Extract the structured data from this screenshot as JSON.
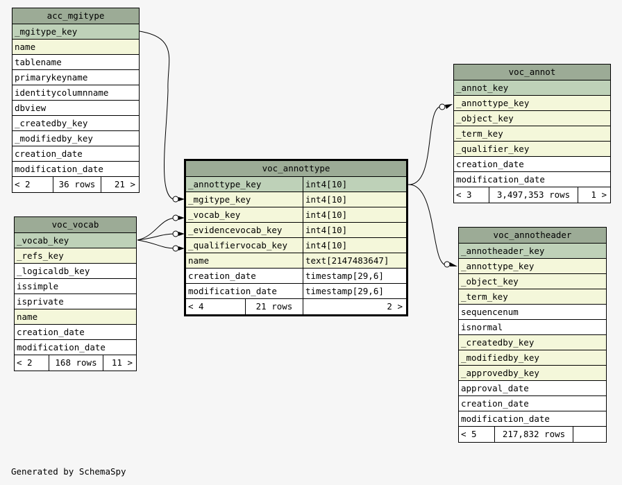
{
  "footer_text": "Generated by SchemaSpy",
  "tables": {
    "acc_mgitype": {
      "name": "acc_mgitype",
      "columns": [
        {
          "name": "_mgitype_key",
          "kind": "pk"
        },
        {
          "name": "name",
          "kind": "fk"
        },
        {
          "name": "tablename",
          "kind": "plain"
        },
        {
          "name": "primarykeyname",
          "kind": "plain"
        },
        {
          "name": "identitycolumnname",
          "kind": "plain"
        },
        {
          "name": "dbview",
          "kind": "plain"
        },
        {
          "name": "_createdby_key",
          "kind": "plain"
        },
        {
          "name": "_modifiedby_key",
          "kind": "plain"
        },
        {
          "name": "creation_date",
          "kind": "plain"
        },
        {
          "name": "modification_date",
          "kind": "plain"
        }
      ],
      "footer": {
        "parents": "< 2",
        "rows": "36 rows",
        "children": "21 >"
      }
    },
    "voc_vocab": {
      "name": "voc_vocab",
      "columns": [
        {
          "name": "_vocab_key",
          "kind": "pk"
        },
        {
          "name": "_refs_key",
          "kind": "fk"
        },
        {
          "name": "_logicaldb_key",
          "kind": "plain"
        },
        {
          "name": "issimple",
          "kind": "plain"
        },
        {
          "name": "isprivate",
          "kind": "plain"
        },
        {
          "name": "name",
          "kind": "fk"
        },
        {
          "name": "creation_date",
          "kind": "plain"
        },
        {
          "name": "modification_date",
          "kind": "plain"
        }
      ],
      "footer": {
        "parents": "< 2",
        "rows": "168 rows",
        "children": "11 >"
      }
    },
    "voc_annottype": {
      "name": "voc_annottype",
      "columns": [
        {
          "name": "_annottype_key",
          "type": "int4[10]",
          "kind": "pk"
        },
        {
          "name": "_mgitype_key",
          "type": "int4[10]",
          "kind": "fk"
        },
        {
          "name": "_vocab_key",
          "type": "int4[10]",
          "kind": "fk"
        },
        {
          "name": "_evidencevocab_key",
          "type": "int4[10]",
          "kind": "fk"
        },
        {
          "name": "_qualifiervocab_key",
          "type": "int4[10]",
          "kind": "fk"
        },
        {
          "name": "name",
          "type": "text[2147483647]",
          "kind": "fk"
        },
        {
          "name": "creation_date",
          "type": "timestamp[29,6]",
          "kind": "plain"
        },
        {
          "name": "modification_date",
          "type": "timestamp[29,6]",
          "kind": "plain"
        }
      ],
      "footer": {
        "parents": "< 4",
        "rows": "21 rows",
        "children": "2 >"
      }
    },
    "voc_annot": {
      "name": "voc_annot",
      "columns": [
        {
          "name": "_annot_key",
          "kind": "pk"
        },
        {
          "name": "_annottype_key",
          "kind": "fk"
        },
        {
          "name": "_object_key",
          "kind": "fk"
        },
        {
          "name": "_term_key",
          "kind": "fk"
        },
        {
          "name": "_qualifier_key",
          "kind": "fk"
        },
        {
          "name": "creation_date",
          "kind": "plain"
        },
        {
          "name": "modification_date",
          "kind": "plain"
        }
      ],
      "footer": {
        "parents": "< 3",
        "rows": "3,497,353 rows",
        "children": "1 >"
      }
    },
    "voc_annotheader": {
      "name": "voc_annotheader",
      "columns": [
        {
          "name": "_annotheader_key",
          "kind": "pk"
        },
        {
          "name": "_annottype_key",
          "kind": "fk"
        },
        {
          "name": "_object_key",
          "kind": "fk"
        },
        {
          "name": "_term_key",
          "kind": "fk"
        },
        {
          "name": "sequencenum",
          "kind": "plain"
        },
        {
          "name": "isnormal",
          "kind": "plain"
        },
        {
          "name": "_createdby_key",
          "kind": "fk"
        },
        {
          "name": "_modifiedby_key",
          "kind": "fk"
        },
        {
          "name": "_approvedby_key",
          "kind": "fk"
        },
        {
          "name": "approval_date",
          "kind": "plain"
        },
        {
          "name": "creation_date",
          "kind": "plain"
        },
        {
          "name": "modification_date",
          "kind": "plain"
        }
      ],
      "footer": {
        "parents": "< 5",
        "rows": "217,832 rows",
        "children": ""
      }
    }
  }
}
